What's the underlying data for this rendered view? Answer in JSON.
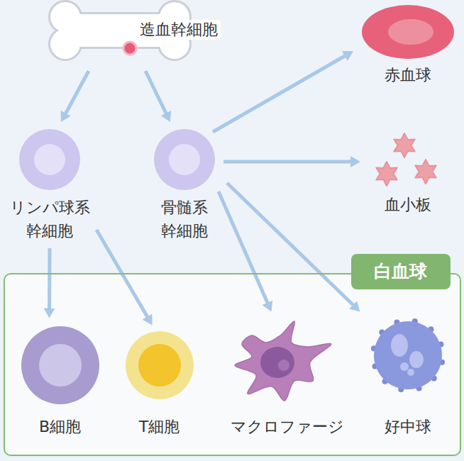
{
  "diagram": {
    "nodes": [
      {
        "text": [
          "造血幹細胞"
        ]
      },
      {
        "text": [
          "リンパ球系 幹細胞"
        ]
      },
      {
        "text": [
          "骨髄系 幹細胞"
        ]
      },
      {
        "text": [
          "赤血球"
        ]
      },
      {
        "text": [
          "血小板"
        ]
      },
      {
        "text": [
          "白血球"
        ]
      },
      {
        "text": [
          "B細胞"
        ],
        "in": 5
      },
      {
        "text": [
          "T細胞"
        ],
        "in": 5
      },
      {
        "text": [
          "マクロファージ"
        ],
        "in": 5
      },
      {
        "text": [
          "好中球"
        ],
        "in": 5
      }
    ],
    "edges": [
      {
        "from": 0,
        "to": 1,
        "arrow": "to"
      },
      {
        "from": 0,
        "to": 2,
        "arrow": "to"
      },
      {
        "from": 2,
        "to": 3,
        "arrow": "to"
      },
      {
        "from": 2,
        "to": 4,
        "arrow": "to"
      },
      {
        "from": 2,
        "to": 8,
        "arrow": "to"
      },
      {
        "from": 2,
        "to": 9,
        "arrow": "to"
      },
      {
        "from": 1,
        "to": 6,
        "arrow": "to"
      },
      {
        "from": 1,
        "to": 7,
        "arrow": "to"
      }
    ]
  }
}
